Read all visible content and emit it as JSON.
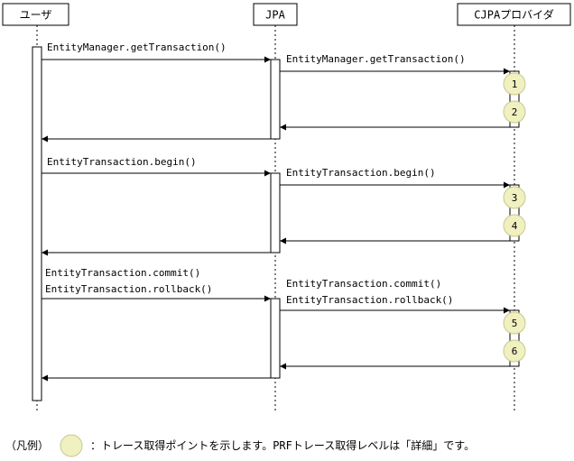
{
  "colors": {
    "line": "#000000",
    "trace_point_fill": "#f0f0c0",
    "trace_point_stroke": "#c8c890",
    "background": "#ffffff"
  },
  "actors": [
    {
      "id": "user",
      "label": "ユーザ"
    },
    {
      "id": "jpa",
      "label": "JPA"
    },
    {
      "id": "provider",
      "label": "CJPAプロバイダ"
    }
  ],
  "calls": [
    {
      "user_to_jpa": [
        "EntityManager.getTransaction()"
      ],
      "jpa_to_provider": [
        "EntityManager.getTransaction()"
      ],
      "trace_points": [
        "1",
        "2"
      ]
    },
    {
      "user_to_jpa": [
        "EntityTransaction.begin()"
      ],
      "jpa_to_provider": [
        "EntityTransaction.begin()"
      ],
      "trace_points": [
        "3",
        "4"
      ]
    },
    {
      "user_to_jpa": [
        "EntityTransaction.commit()",
        "EntityTransaction.rollback()"
      ],
      "jpa_to_provider": [
        "EntityTransaction.commit()",
        "EntityTransaction.rollback()"
      ],
      "trace_points": [
        "5",
        "6"
      ]
    }
  ],
  "legend": {
    "label": "（凡例）",
    "description": "：トレース取得ポイントを示します。PRFトレース取得レベルは「詳細」です。",
    "icon": "trace-point-circle"
  }
}
